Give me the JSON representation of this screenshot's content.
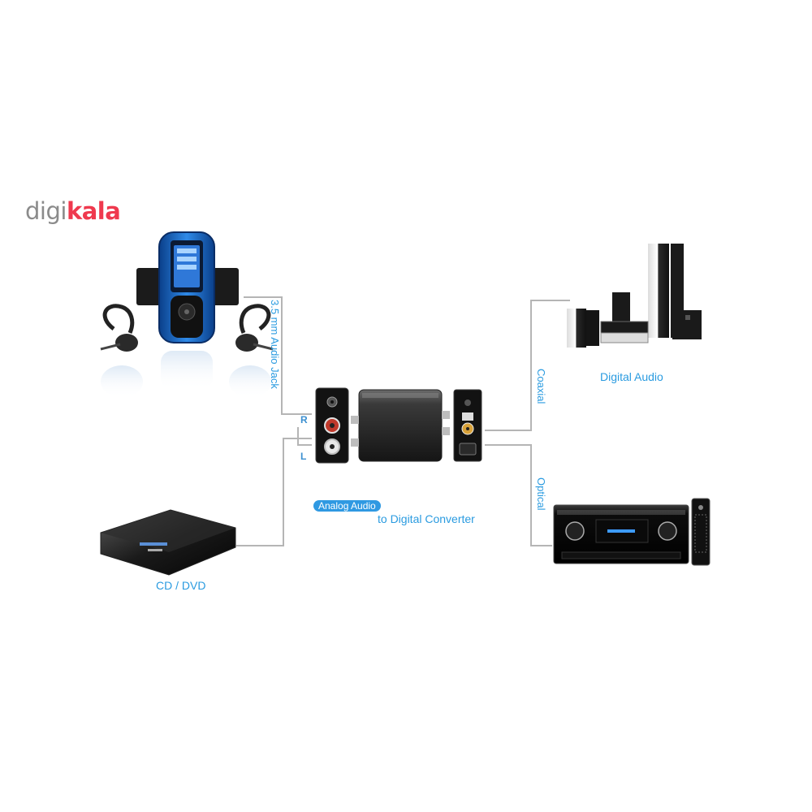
{
  "brand": {
    "prefix": "digi",
    "suffix": "kala"
  },
  "labels": {
    "jack": "3.5 mm Audio Jack",
    "right": "R",
    "left": "L",
    "coaxial": "Coaxial",
    "optical": "Optical",
    "converter_line1": "Analog  Audio",
    "converter_line2": "to Digital Converter",
    "digital_audio": "Digital Audio",
    "cd_dvd": "CD / DVD"
  },
  "colors": {
    "label_blue": "#2a9be0",
    "pill_blue": "#2f99e2",
    "wire_gray": "#b5b5b5",
    "brand_gray": "#8b8b8b",
    "brand_red": "#ef394e"
  },
  "icons": [
    "mp3-player-icon",
    "earphone-icon",
    "dvd-player-icon",
    "converter-box-icon",
    "home-theater-icon",
    "av-receiver-icon",
    "remote-control-icon"
  ]
}
